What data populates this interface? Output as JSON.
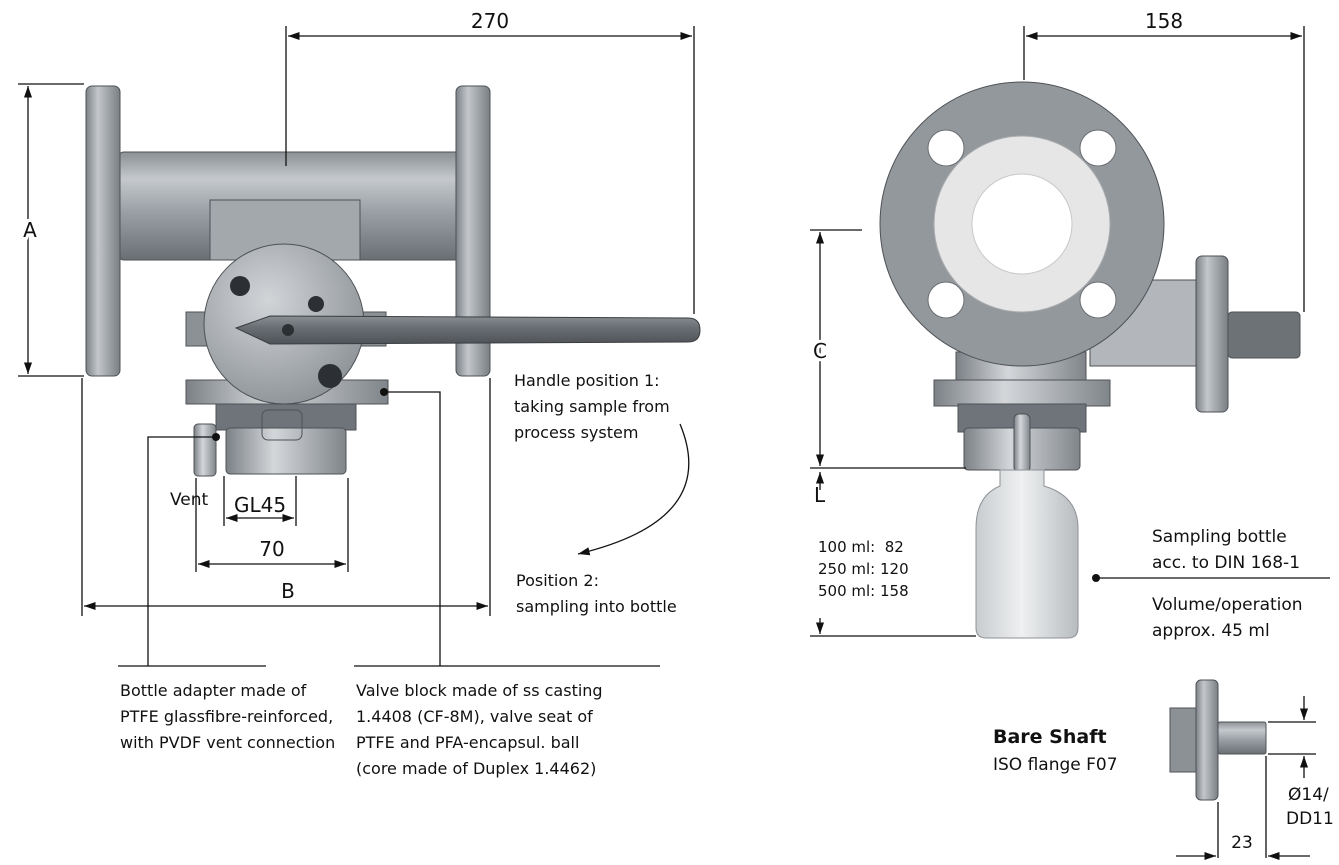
{
  "side_view": {
    "dim_length": "270",
    "dim_a": "A",
    "dim_b": "B",
    "dim_gl45": "GL45",
    "dim_70": "70",
    "vent_label": "Vent",
    "handle_pos1": [
      "Handle position 1:",
      "taking sample from",
      "process system"
    ],
    "handle_pos2": [
      "Position 2:",
      "sampling into bottle"
    ],
    "adapter_note": [
      "Bottle adapter made of",
      "PTFE glassfibre-reinforced,",
      "with PVDF vent connection"
    ],
    "valve_note": [
      "Valve block made of ss casting",
      "1.4408 (CF-8M), valve seat of",
      "PTFE and PFA-encapsul. ball",
      "(core made of Duplex 1.4462)"
    ]
  },
  "front_view": {
    "dim_width": "158",
    "dim_c": "C",
    "dim_l": "L",
    "l_table": [
      "100 ml:  82",
      "250 ml: 120",
      "500 ml: 158"
    ],
    "bottle_note": [
      "Sampling bottle",
      "acc. to DIN 168-1"
    ],
    "volume_note": [
      "Volume/operation",
      "approx. 45 ml"
    ]
  },
  "bare_shaft": {
    "title": "Bare Shaft",
    "subtitle": "ISO flange F07",
    "dia_label": [
      "Ø14/",
      "DD11"
    ],
    "dim_23": "23"
  },
  "colors": {
    "metal_dark": "#6f747a",
    "metal_mid": "#a6abb0",
    "metal_light": "#d6d9dc",
    "ptfe": "#e8e8e8",
    "line": "#111111"
  }
}
